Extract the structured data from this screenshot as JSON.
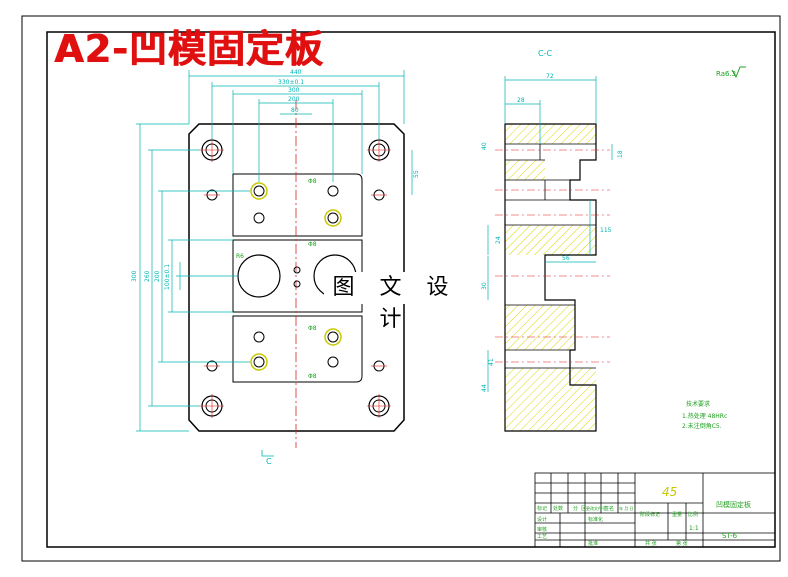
{
  "title": "A2-凹模固定板",
  "watermark": "图 文 设 计",
  "section_label": "C-C",
  "section_marker": "C",
  "roughness_note": "Ra6.3",
  "hole_labels": {
    "hole_a": "Φ8",
    "hole_b": "Φ8",
    "hole_c": "Φ8",
    "hole_d": "Φ8",
    "big_hole": "R6"
  },
  "dimensions": {
    "top_overall": "440",
    "top_inner1": "330±0.1",
    "top_inner2": "300",
    "top_inner3": "200",
    "top_inner4": "80",
    "left_overall": "300",
    "left_inner1": "260",
    "left_inner2": "200",
    "left_inner3": "100±0.1",
    "right_small": "55",
    "side_top_width": "72",
    "side_top_step": "28",
    "side_right_h": "18",
    "side_mid": "115",
    "side_left1": "40",
    "side_left2": "24",
    "side_left3": "30",
    "side_left4": "41",
    "side_left5": "44",
    "side_mid2": "56"
  },
  "notes": {
    "heading": "技术要求",
    "line1": "1.热处理 48HRc",
    "line2": "2.未注倒角C5."
  },
  "title_block": {
    "material": "45",
    "part_name": "凹模固定板",
    "scale": "1:1",
    "drawing_no": "ST-6",
    "row_labels": [
      "标记",
      "处数",
      "分",
      "区",
      "更改文件号",
      "签名",
      "年 月 日"
    ],
    "designer": "设计",
    "standardization": "标准化",
    "checker": "审核",
    "process": "工艺",
    "approve": "批准",
    "stage_mark": "阶段标记",
    "weight": "重量",
    "ratio": "比例",
    "sheet_total": "共 张",
    "sheet_no": "第 张"
  },
  "colors": {
    "title_red": "#e01010",
    "outline": "#000000",
    "dimension": "#00b4b4",
    "center_line": "#e02020",
    "hatch": "#d8d800",
    "material_yellow": "#c8c800",
    "dim_green": "#20a020"
  }
}
